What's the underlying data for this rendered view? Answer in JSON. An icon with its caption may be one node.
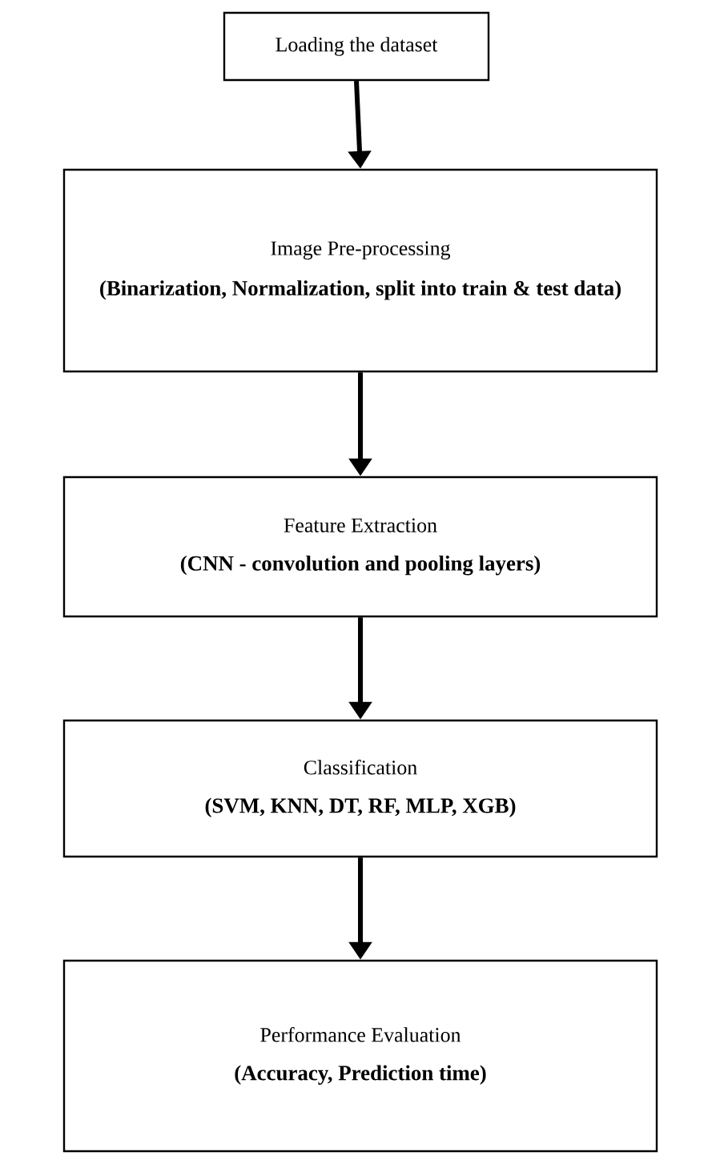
{
  "diagram": {
    "nodes": [
      {
        "text": [
          "Loading the dataset"
        ]
      },
      {
        "text": [
          "Image Pre-processing",
          "(Binarization, Normalization, split into train & test data)"
        ]
      },
      {
        "text": [
          "Feature Extraction",
          "(CNN - convolution and pooling layers)"
        ]
      },
      {
        "text": [
          "Classification",
          "(SVM, KNN, DT, RF, MLP, XGB)"
        ]
      },
      {
        "text": [
          "Performance Evaluation",
          "(Accuracy, Prediction time)"
        ]
      }
    ],
    "edges": [
      {
        "from": 0,
        "to": 1,
        "arrow": "to"
      },
      {
        "from": 1,
        "to": 2,
        "arrow": "to"
      },
      {
        "from": 2,
        "to": 3,
        "arrow": "to"
      },
      {
        "from": 3,
        "to": 4,
        "arrow": "to"
      }
    ]
  }
}
